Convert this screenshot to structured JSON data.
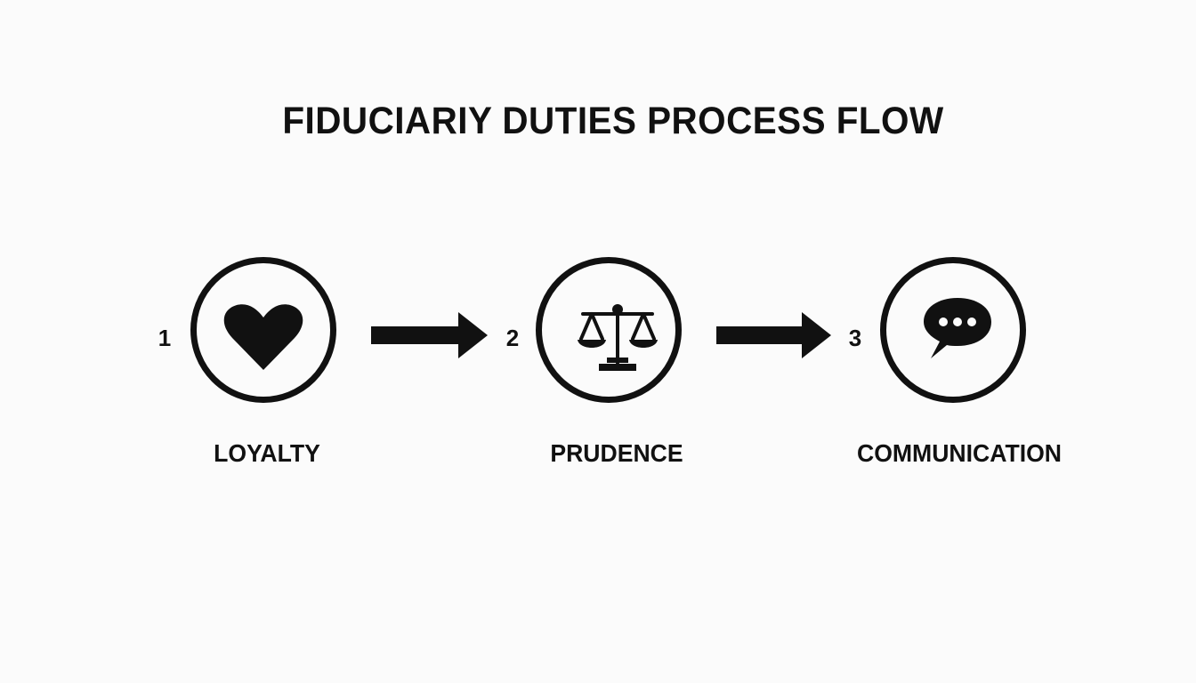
{
  "diagram": {
    "title": "FIDUCIARIY DUTIES PROCESS FLOW",
    "steps": [
      {
        "number": "1",
        "label": "LOYALTY",
        "icon": "heart-icon"
      },
      {
        "number": "2",
        "label": "PRUDENCE",
        "icon": "scales-of-justice-icon"
      },
      {
        "number": "3",
        "label": "COMMUNICATION",
        "icon": "speech-bubble-icon"
      }
    ],
    "connectors": [
      "arrow-right",
      "arrow-right"
    ],
    "colors": {
      "background": "#fbfbfb",
      "ink": "#111111"
    }
  }
}
